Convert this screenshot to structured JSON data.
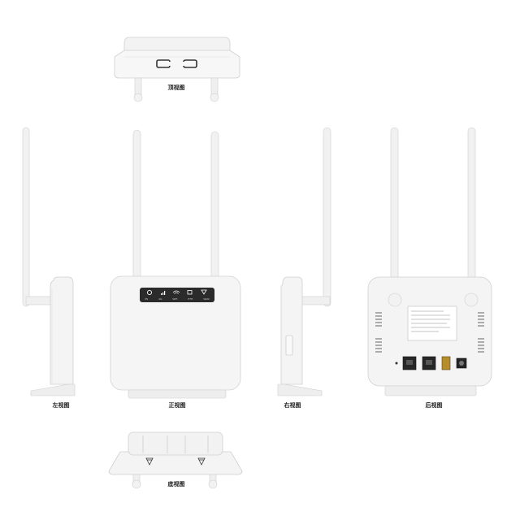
{
  "labels": {
    "top": "顶视图",
    "left": "左视图",
    "front": "正视图",
    "right": "右视图",
    "back": "后视图",
    "bottom": "底视图"
  },
  "front_panel": {
    "leds": [
      "PS",
      "4G",
      "WiFi",
      "ETH",
      "WAN"
    ]
  },
  "colors": {
    "body": "#f4f4f4",
    "shadow": "#d9d9d9",
    "panel": "#2b2b2b",
    "led": "#ffffff"
  }
}
